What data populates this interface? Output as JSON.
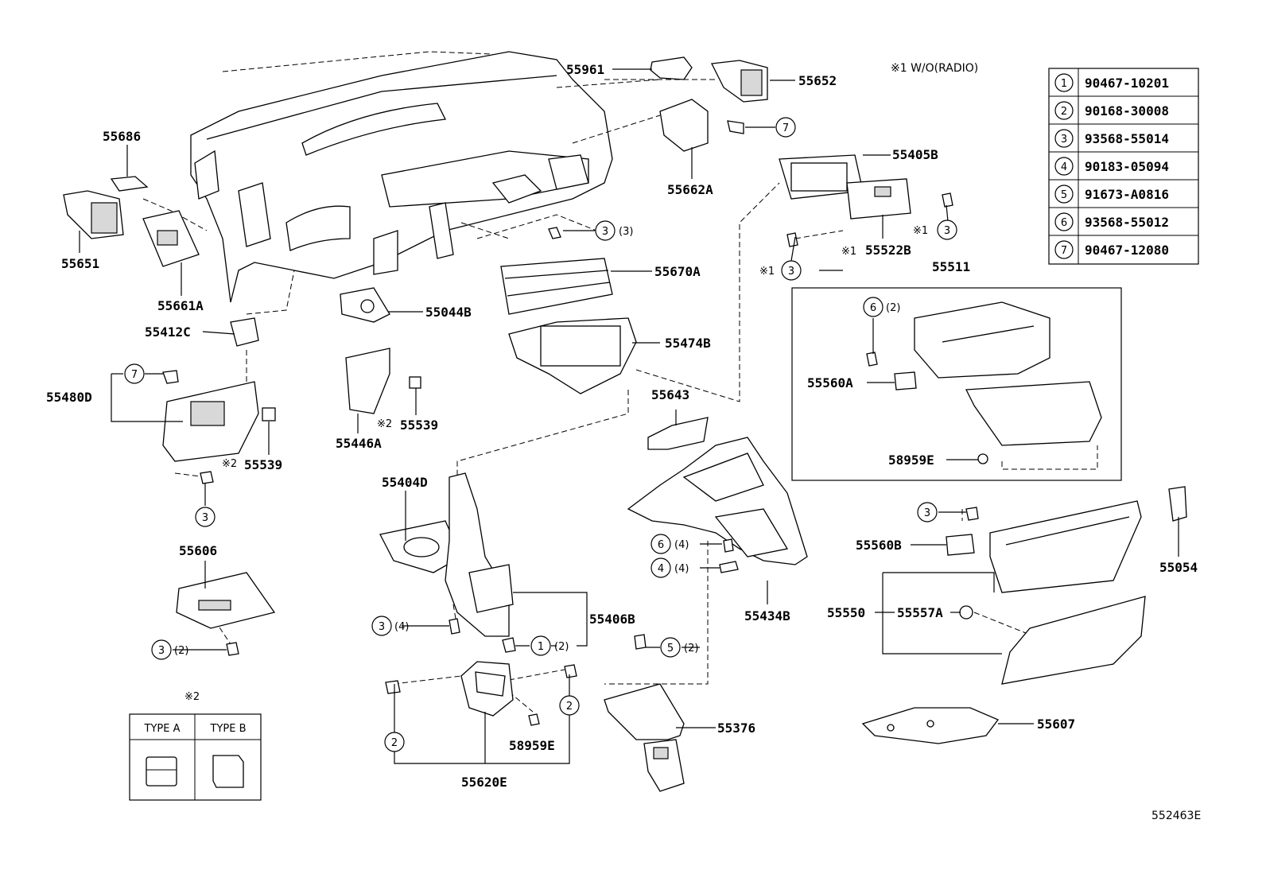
{
  "note": {
    "w_o_radio": "※1 W/O(RADIO)",
    "mark1": "※1",
    "mark2": "※2"
  },
  "legend_table": [
    {
      "num": "1",
      "part": "90467-10201"
    },
    {
      "num": "2",
      "part": "90168-30008"
    },
    {
      "num": "3",
      "part": "93568-55014"
    },
    {
      "num": "4",
      "part": "90183-05094"
    },
    {
      "num": "5",
      "part": "91673-A0816"
    },
    {
      "num": "6",
      "part": "93568-55012"
    },
    {
      "num": "7",
      "part": "90467-12080"
    }
  ],
  "type_table": {
    "type_a": "TYPE A",
    "type_b": "TYPE B"
  },
  "parts": {
    "p55961": "55961",
    "p55652": "55652",
    "p55686": "55686",
    "p55651": "55651",
    "p55661A": "55661A",
    "p55662A": "55662A",
    "p55405B": "55405B",
    "p55522B": "55522B",
    "p55670A": "55670A",
    "p55044B": "55044B",
    "p55412C": "55412C",
    "p55474B": "55474B",
    "p55511": "55511",
    "p55560A": "55560A",
    "p58959E_a": "58959E",
    "p55480D": "55480D",
    "p55539_a": "55539",
    "p55539_b": "55539",
    "p55446A": "55446A",
    "p55643": "55643",
    "p55404D": "55404D",
    "p55606": "55606",
    "p55406B": "55406B",
    "p55434B": "55434B",
    "p55560B": "55560B",
    "p55054": "55054",
    "p55550": "55550",
    "p55557A": "55557A",
    "p55376": "55376",
    "p58959E_b": "58959E",
    "p55620E": "55620E",
    "p55607": "55607"
  },
  "qty": {
    "q3": "(3)",
    "q2a": "(2)",
    "q4a": "(4)",
    "q4b": "(4)",
    "q4c": "(4)",
    "q2b": "(2)",
    "q2c": "(2)",
    "q2d": "(2)"
  },
  "diagram_id": "552463E"
}
